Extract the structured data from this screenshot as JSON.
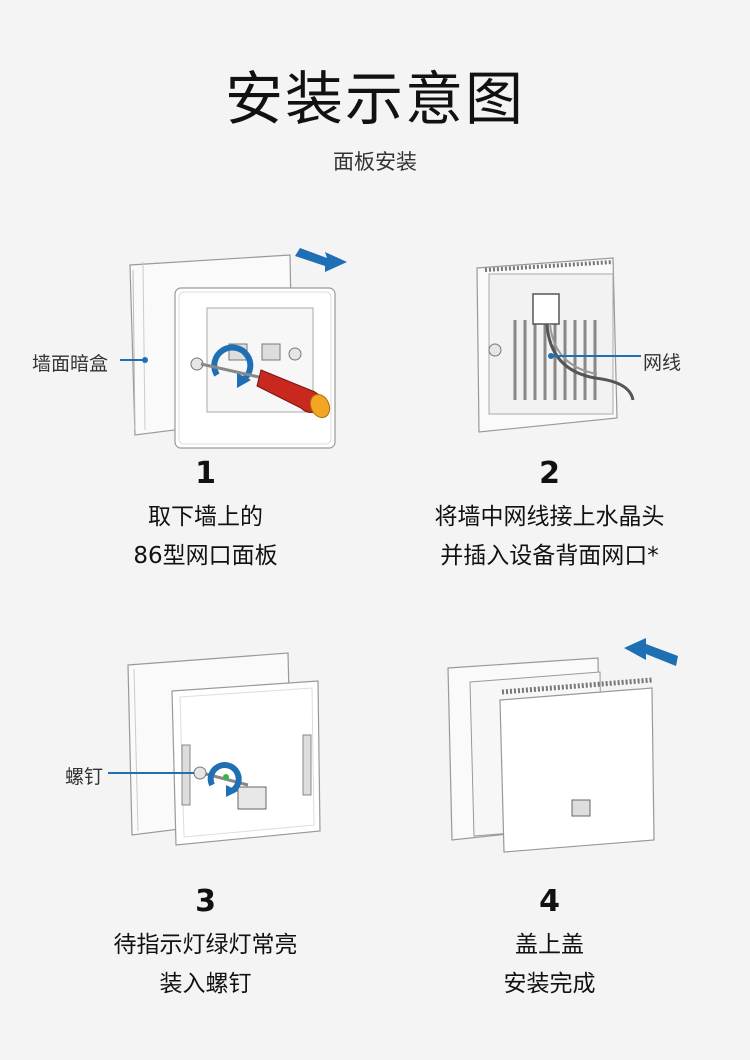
{
  "header": {
    "title": "安装示意图",
    "subtitle": "面板安装"
  },
  "steps": [
    {
      "number": "1",
      "line1": "取下墙上的",
      "line2": "86型网口面板",
      "callout": "墙面暗盒"
    },
    {
      "number": "2",
      "line1": "将墙中网线接上水晶头",
      "line2": "并插入设备背面网口*",
      "callout": "网线"
    },
    {
      "number": "3",
      "line1": "待指示灯绿灯常亮",
      "line2": "装入螺钉",
      "callout": "螺钉"
    },
    {
      "number": "4",
      "line1": "盖上盖",
      "line2": "安装完成"
    }
  ],
  "colors": {
    "accent_blue": "#1f6fb5",
    "handle_red": "#c8281e",
    "handle_yellow": "#f2a623"
  }
}
